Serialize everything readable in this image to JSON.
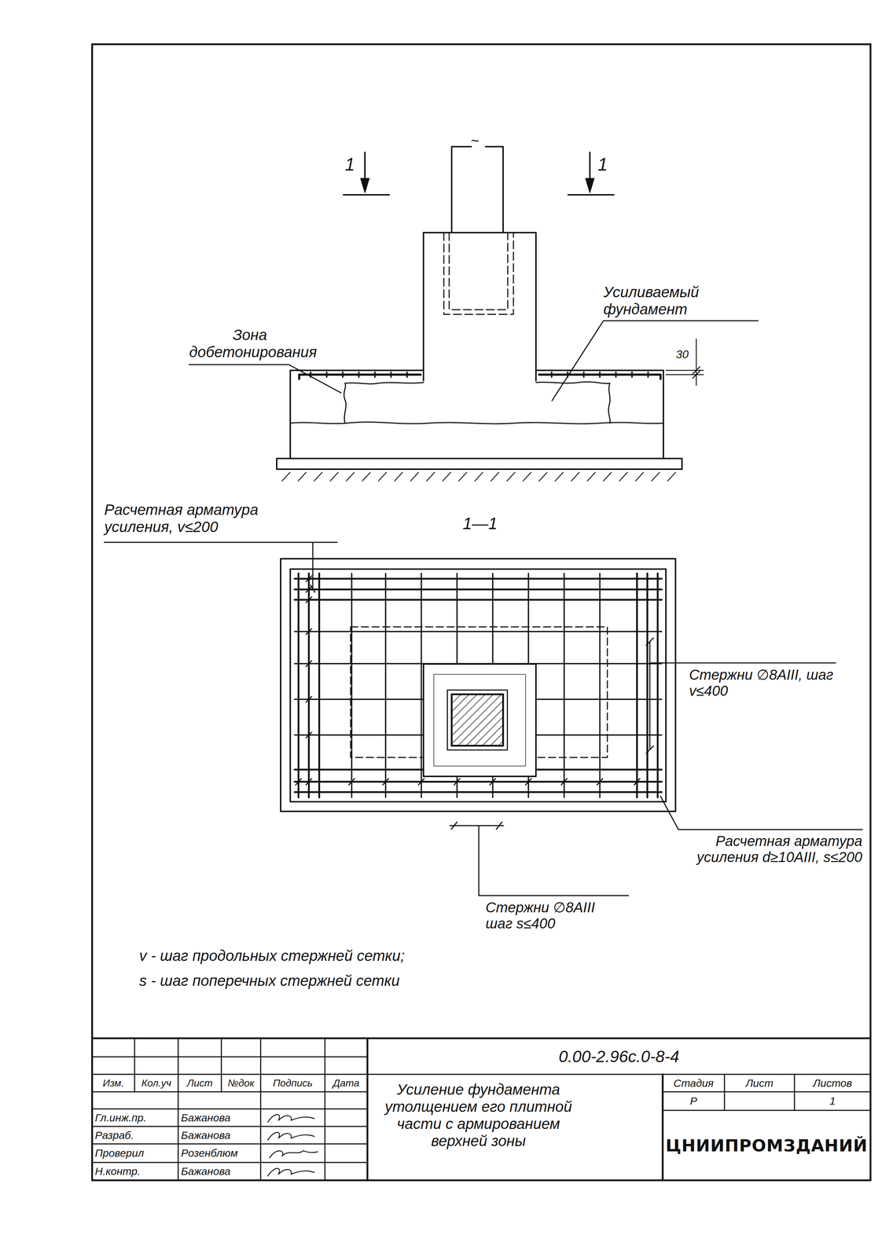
{
  "diagram": {
    "labels": [
      "~",
      "1",
      "1",
      "Зона добетонирования",
      "Усиливаемый фундамент",
      "30",
      "Расчетная арматура усиления, v≤200",
      "1—1",
      "Стержни ∅8АIII, шаг v≤400",
      "Расчетная арматура усиления d≥10АIII, s≤200",
      "Стержни ∅8АIII шаг s≤400",
      "v - шаг продольных стержней сетки;",
      "s - шаг поперечных стержней сетки",
      "0.00-2.96с.0-8-4",
      "Изм.",
      "Кол.уч",
      "Лист",
      "№док",
      "Подпись",
      "Дата",
      "Гл.инж.пр.",
      "Бажанова",
      "Разраб.",
      "Бажанова",
      "Проверил",
      "Розенблюм",
      "Н.контр.",
      "Бажанова",
      "Усиление фундамента утолщением его плитной части с армированием верхней зоны",
      "Стадия",
      "Лист",
      "Листов",
      "Р",
      "1",
      "ЦНИИПРОМЗДАНИЙ"
    ]
  }
}
